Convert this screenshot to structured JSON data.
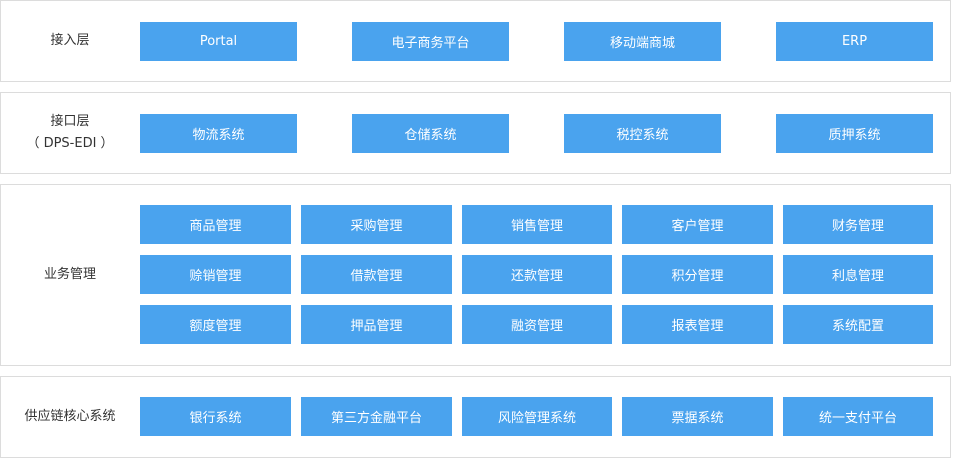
{
  "layers": [
    {
      "title": "接入层",
      "subtitle": "",
      "items": [
        "Portal",
        "电子商务平台",
        "移动端商城",
        "ERP"
      ]
    },
    {
      "title": "接口层",
      "subtitle": "（ DPS-EDI ）",
      "items": [
        "物流系统",
        "仓储系统",
        "税控系统",
        "质押系统"
      ]
    },
    {
      "title": "业务管理",
      "subtitle": "",
      "items": [
        "商品管理",
        "采购管理",
        "销售管理",
        "客户管理",
        "财务管理",
        "赊销管理",
        "借款管理",
        "还款管理",
        "积分管理",
        "利息管理",
        "额度管理",
        "押品管理",
        "融资管理",
        "报表管理",
        "系统配置"
      ]
    },
    {
      "title": "供应链核心系统",
      "subtitle": "",
      "items": [
        "银行系统",
        "第三方金融平台",
        "风险管理系统",
        "票据系统",
        "统一支付平台"
      ]
    }
  ],
  "colors": {
    "box": "#4aa3ee",
    "box_text": "#ffffff",
    "border": "#dcdcdc",
    "label": "#333333"
  }
}
